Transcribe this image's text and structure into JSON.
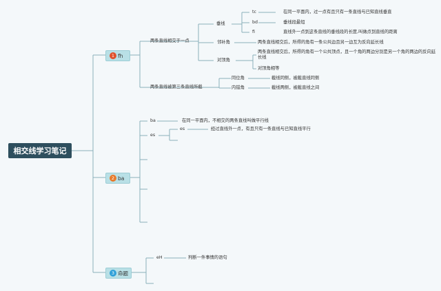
{
  "root": "相交线学习笔记",
  "branches": [
    {
      "num": "1",
      "label": "fh",
      "color": "#e0502b"
    },
    {
      "num": "2",
      "label": "ba",
      "color": "#e87a2b"
    },
    {
      "num": "3",
      "label": "命题",
      "color": "#2fa0d8"
    }
  ],
  "b1": {
    "c1": "两条直线相交于一点",
    "c1_1": "垂线",
    "tc": "tc",
    "tc_text": "在同一平面内，过一点有且只有一条直线与已知直线垂直",
    "bd": "bd",
    "bd_text": "垂线段最短",
    "fi": "fi",
    "fi_text": "直线外一点到这条直线的垂线段的长度,叫做点到直线的距离",
    "c1_2": "邻补角",
    "c1_2_text": "两条直线相交后，所得的角有一条公共边且另一边互为反向延长线",
    "c1_3": "对顶角",
    "c1_3_text": "两条直线相交后，所得的角有一个公共顶点，且一个角的两边分别是另一个角的两边的反向延长线",
    "c1_3_text2": "对顶角相等",
    "c2": "两条直线被第三条直线所截",
    "c2_1": "同位角",
    "c2_1_text": "截线同侧，被截直线同侧",
    "c2_2": "内错角",
    "c2_2_text": "截线两侧，被截直线之间"
  },
  "b2": {
    "ba": "ba",
    "ba_text": "在同一平面内，不相交的两条直线叫做平行线",
    "es": "es",
    "es_sub": "es",
    "es_text": "经过直线外一点，有且只有一条直线与已知直线平行"
  },
  "b3": {
    "eH": "eH",
    "eH_text": "判断一件事情的语句"
  }
}
